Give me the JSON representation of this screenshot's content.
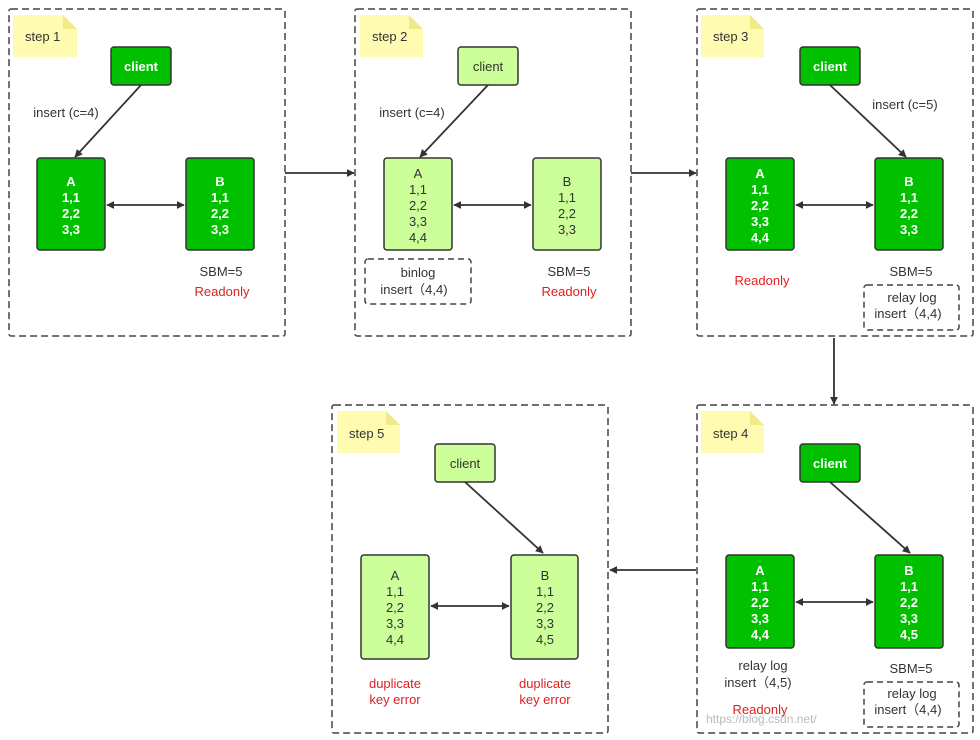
{
  "steps": {
    "s1": {
      "label": "step 1",
      "client": "client",
      "edge_label": "insert (c=4)",
      "a": {
        "title": "A",
        "rows": [
          "1,1",
          "2,2",
          "3,3"
        ]
      },
      "b": {
        "title": "B",
        "rows": [
          "1,1",
          "2,2",
          "3,3"
        ]
      },
      "b_note": "SBM=5",
      "b_status": "Readonly"
    },
    "s2": {
      "label": "step 2",
      "client": "client",
      "edge_label": "insert (c=4)",
      "a": {
        "title": "A",
        "rows": [
          "1,1",
          "2,2",
          "3,3",
          "4,4"
        ]
      },
      "b": {
        "title": "B",
        "rows": [
          "1,1",
          "2,2",
          "3,3"
        ]
      },
      "a_log": [
        "binlog",
        "insert（4,4)"
      ],
      "b_note": "SBM=5",
      "b_status": "Readonly"
    },
    "s3": {
      "label": "step 3",
      "client": "client",
      "edge_label": "insert (c=5)",
      "a": {
        "title": "A",
        "rows": [
          "1,1",
          "2,2",
          "3,3",
          "4,4"
        ]
      },
      "b": {
        "title": "B",
        "rows": [
          "1,1",
          "2,2",
          "3,3"
        ]
      },
      "a_status": "Readonly",
      "b_note": "SBM=5",
      "b_log": [
        "relay log",
        "insert（4,4)"
      ]
    },
    "s4": {
      "label": "step 4",
      "client": "client",
      "a": {
        "title": "A",
        "rows": [
          "1,1",
          "2,2",
          "3,3",
          "4,4"
        ]
      },
      "b": {
        "title": "B",
        "rows": [
          "1,1",
          "2,2",
          "3,3",
          "4,5"
        ]
      },
      "a_log": [
        "relay log",
        "insert（4,5)"
      ],
      "a_status": "Readonly",
      "b_note": "SBM=5",
      "b_log": [
        "relay log",
        "insert（4,4)"
      ]
    },
    "s5": {
      "label": "step 5",
      "client": "client",
      "a": {
        "title": "A",
        "rows": [
          "1,1",
          "2,2",
          "3,3",
          "4,4"
        ]
      },
      "b": {
        "title": "B",
        "rows": [
          "1,1",
          "2,2",
          "3,3",
          "4,5"
        ]
      },
      "a_status": [
        "duplicate",
        "key error"
      ],
      "b_status": [
        "duplicate",
        "key error"
      ]
    }
  },
  "watermark": "https://blog.csdn.net/"
}
